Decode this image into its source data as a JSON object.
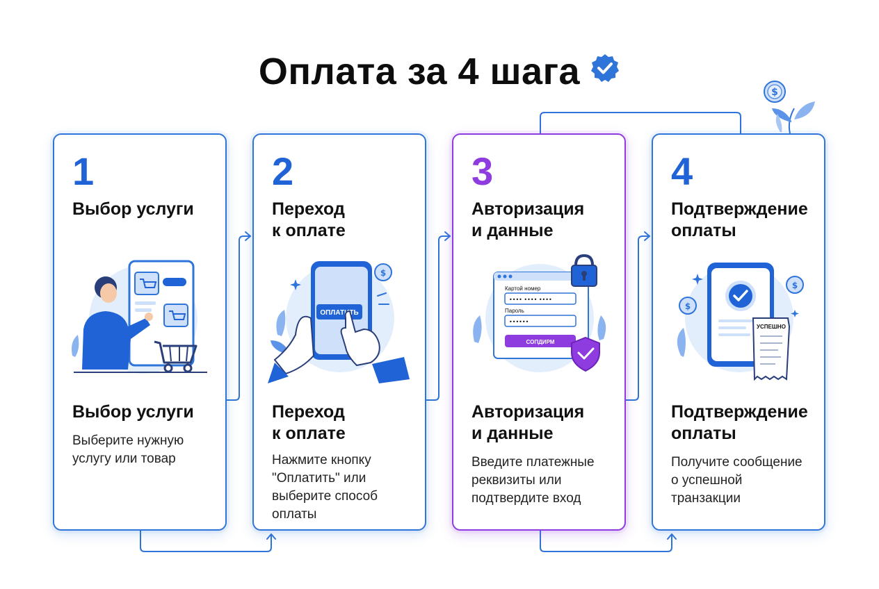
{
  "title": "Оплата за 4 шага",
  "colors": {
    "primary": "#1f63d6",
    "accent": "#8e3be0",
    "line": "#2f74d8",
    "light": "#dbe8fb"
  },
  "steps": [
    {
      "number": "1",
      "heading": "Выбор услуги",
      "subtitle": "Выбор услуги",
      "description": "Выберите нужную\nуслугу или товар",
      "icon": "shopping-cart-icon"
    },
    {
      "number": "2",
      "heading": "Переход\nк оплате",
      "subtitle": "Переход\nк оплате",
      "description": "Нажмите кнопку\n\"Оплатить\" или\nвыберите способ\nоплаты",
      "icon": "smartphone-pay-icon",
      "button_label": "ОПЛАТИТЬ"
    },
    {
      "number": "3",
      "heading": "Авторизация\nи данные",
      "subtitle": "Авторизация\nи данные",
      "description": "Введите платежные\nреквизиты или\nподтвердите вход",
      "icon": "secure-login-icon",
      "field1_label": "Картой номер",
      "field1_value": "•••• •••• ••••",
      "field2_label": "Пароль",
      "field2_value": "••••••",
      "button_label": "СОПДИРМ"
    },
    {
      "number": "4",
      "heading": "Подтверждение\nоплаты",
      "subtitle": "Подтверждение\nоплаты",
      "description": "Получите сообщение\nо успешной\nтранзакции",
      "icon": "payment-success-icon",
      "receipt_label": "УСПЕШНО"
    }
  ]
}
